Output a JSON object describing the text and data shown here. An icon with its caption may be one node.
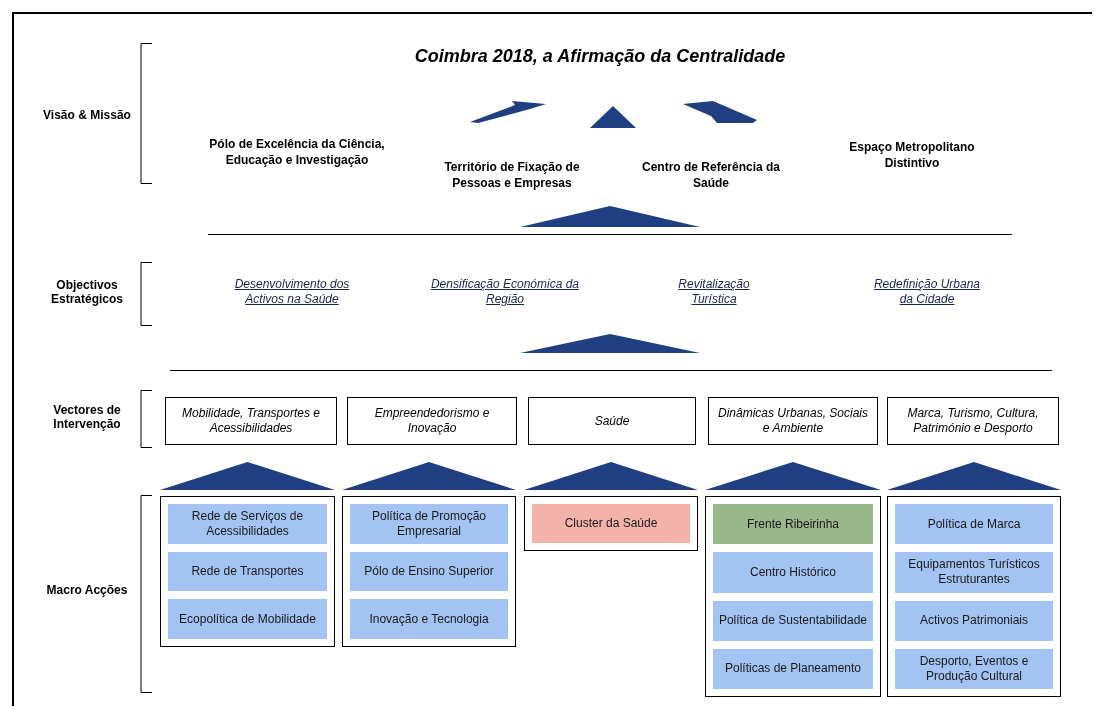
{
  "diagram": {
    "title": "Coimbra 2018, a Afirmação da Centralidade",
    "nodes": [
      {
        "text": [
          "Mobilidade, Transportes e Acessibilidades"
        ]
      },
      {
        "text": [
          "Empreendedorismo e Inovação"
        ]
      },
      {
        "text": [
          "Saúde"
        ]
      },
      {
        "text": [
          "Dinâmicas Urbanas, Sociais e Ambiente"
        ]
      },
      {
        "text": [
          "Marca, Turismo, Cultura, Património e Desporto"
        ]
      },
      {
        "text": [],
        "shape": "box"
      },
      {
        "text": [
          "Rede de Serviços de Acessibilidades"
        ],
        "in": 5
      },
      {
        "text": [
          "Rede de Transportes"
        ],
        "in": 5
      },
      {
        "text": [
          "Ecopolítica de Mobilidade"
        ],
        "in": 5
      },
      {
        "text": [],
        "shape": "box"
      },
      {
        "text": [
          "Política de Promoção Empresarial"
        ],
        "in": 9
      },
      {
        "text": [
          "Pólo de Ensino Superior"
        ],
        "in": 9
      },
      {
        "text": [
          "Inovação e Tecnologia"
        ],
        "in": 9
      },
      {
        "text": [],
        "shape": "box"
      },
      {
        "text": [
          "Cluster da Saúde"
        ],
        "in": 13
      },
      {
        "text": [],
        "shape": "box"
      },
      {
        "text": [
          "Frente Ribeirinha"
        ],
        "in": 15
      },
      {
        "text": [
          "Centro Histórico"
        ],
        "in": 15
      },
      {
        "text": [
          "Política de Sustentabilidade"
        ],
        "in": 15
      },
      {
        "text": [
          "Políticas de Planeamento"
        ],
        "in": 15
      },
      {
        "text": [],
        "shape": "box"
      },
      {
        "text": [
          "Política de Marca"
        ],
        "in": 20
      },
      {
        "text": [
          "Equipamentos Turísticos Estruturantes"
        ],
        "in": 20
      },
      {
        "text": [
          "Activos Patrimoniais"
        ],
        "in": 20
      },
      {
        "text": [
          "Desporto, Eventos e Produção Cultural"
        ],
        "in": 20
      }
    ],
    "edges": [
      {
        "from": 5,
        "to": 0,
        "arrow": "to",
        "style": "thick"
      },
      {
        "from": 9,
        "to": 1,
        "arrow": "to",
        "style": "thick"
      },
      {
        "from": 13,
        "to": 2,
        "arrow": "to",
        "style": "thick"
      },
      {
        "from": 15,
        "to": 3,
        "arrow": "to",
        "style": "thick"
      },
      {
        "from": 20,
        "to": 4,
        "arrow": "to",
        "style": "thick"
      }
    ],
    "labels": [
      "Visão & Missão",
      "Pólo de Excelência da Ciência, Educação e Investigação",
      "Território de Fixação de Pessoas e Empresas",
      "Centro de Referência da Saúde",
      "Espaço Metropolitano Distintivo",
      "Objectivos Estratégicos",
      "Desenvolvimento dos Activos na Saúde",
      "Densificação Económica da Região",
      "Revitalização Turística",
      "Redefinição Urbana da Cidade",
      "Vectores de Intervenção",
      "Macro Acções"
    ]
  }
}
